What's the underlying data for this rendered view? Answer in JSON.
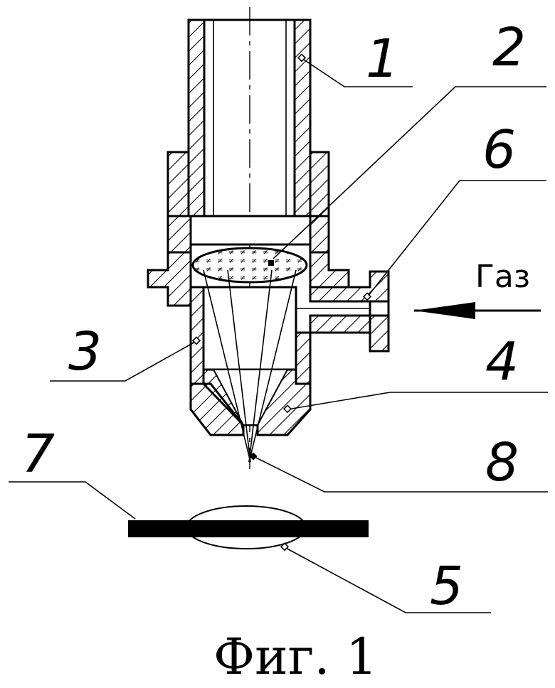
{
  "figure": {
    "caption": "Фиг. 1",
    "gas_label": "Газ",
    "callouts": [
      {
        "id": "1",
        "label": "1"
      },
      {
        "id": "2",
        "label": "2"
      },
      {
        "id": "3",
        "label": "3"
      },
      {
        "id": "4",
        "label": "4"
      },
      {
        "id": "5",
        "label": "5"
      },
      {
        "id": "6",
        "label": "6"
      },
      {
        "id": "7",
        "label": "7"
      },
      {
        "id": "8",
        "label": "8"
      }
    ]
  }
}
